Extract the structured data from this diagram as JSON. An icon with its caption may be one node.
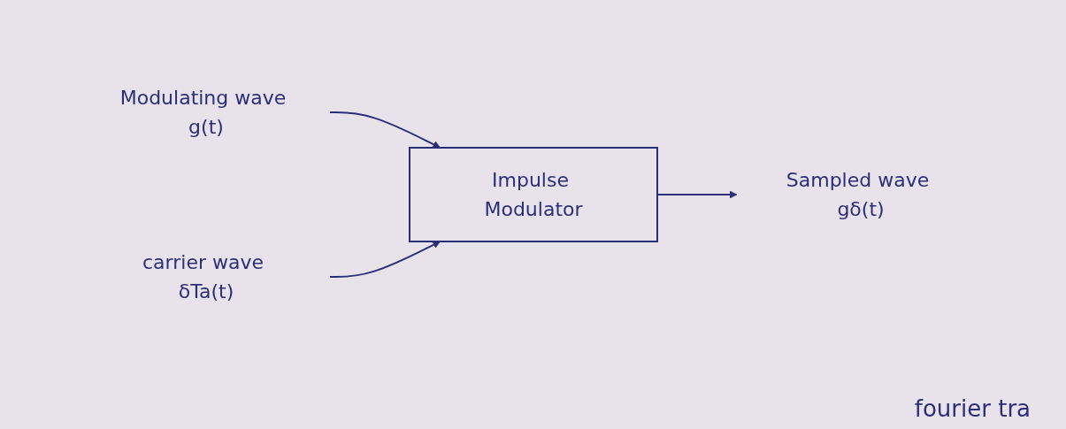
{
  "diagram": {
    "nodes": [
      {
        "text": [
          "Modulating wave g(t)"
        ]
      },
      {
        "text": [
          "Impulse Modulator"
        ]
      },
      {
        "text": [
          "Sampled wave gδ(t)"
        ]
      },
      {
        "text": [
          "carrier wave δTa(t)"
        ]
      }
    ],
    "edges": [
      {
        "from": 0,
        "to": 1,
        "arrow": "to"
      },
      {
        "from": 1,
        "to": 2,
        "arrow": "to"
      },
      {
        "from": 3,
        "to": 1,
        "arrow": "to"
      }
    ],
    "labels": [
      "fourier tra"
    ]
  }
}
